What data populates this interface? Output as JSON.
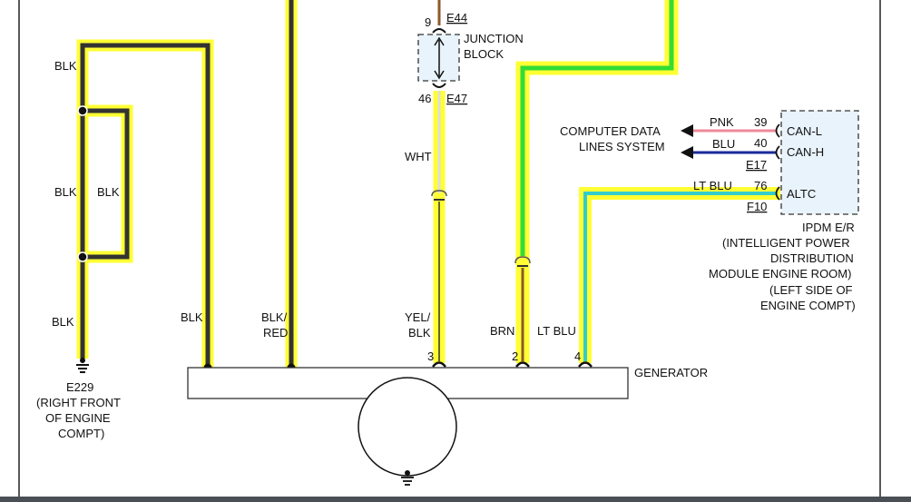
{
  "colors": {
    "highlight_yellow": "#ffff33",
    "highlight_green": "#33dd33",
    "wire_black": "#333333",
    "wire_pink": "#ee8899",
    "wire_blue": "#1a2a9a",
    "wire_ltblue": "#33cccc",
    "wire_brown": "#8b5a2b",
    "wire_white": "#dddddd",
    "ipdm_fill": "#e8f3fb",
    "junction_fill": "#e8f3fb"
  },
  "ground": {
    "connector": "E229",
    "location_line1": "(RIGHT FRONT",
    "location_line2": "OF ENGINE",
    "location_line3": "COMPT)"
  },
  "wires": {
    "left_top": "BLK",
    "left_mid_a": "BLK",
    "left_mid_b": "BLK",
    "left_bottom": "BLK",
    "gen_blk": "BLK",
    "gen_blkred_1": "BLK/",
    "gen_blkred_2": "RED",
    "white": "WHT",
    "yelblk_1": "YEL/",
    "yelblk_2": "BLK",
    "brown": "BRN",
    "ltblu_gen": "LT BLU",
    "pink": "PNK",
    "blue": "BLU",
    "ltblu_ipdm": "LT BLU"
  },
  "junction_block": {
    "label_1": "JUNCTION",
    "label_2": "BLOCK",
    "pin_top": "9",
    "connector_top": "E44",
    "pin_bottom": "46",
    "connector_bottom": "E47"
  },
  "data_lines": {
    "label_1": "COMPUTER DATA",
    "label_2": "LINES SYSTEM"
  },
  "ipdm": {
    "pin_can_l": "39",
    "pin_can_h": "40",
    "pin_altc": "76",
    "can_l": "CAN-L",
    "can_h": "CAN-H",
    "altc": "ALTC",
    "connector_1": "E17",
    "connector_2": "F10",
    "title_1": "IPDM E/R",
    "title_2": "(INTELLIGENT POWER",
    "title_3": "DISTRIBUTION",
    "title_4": "MODULE ENGINE ROOM)",
    "title_5": "(LEFT SIDE OF",
    "title_6": "ENGINE COMPT)"
  },
  "generator": {
    "label": "GENERATOR",
    "pin_3": "3",
    "pin_2": "2",
    "pin_4": "4"
  }
}
